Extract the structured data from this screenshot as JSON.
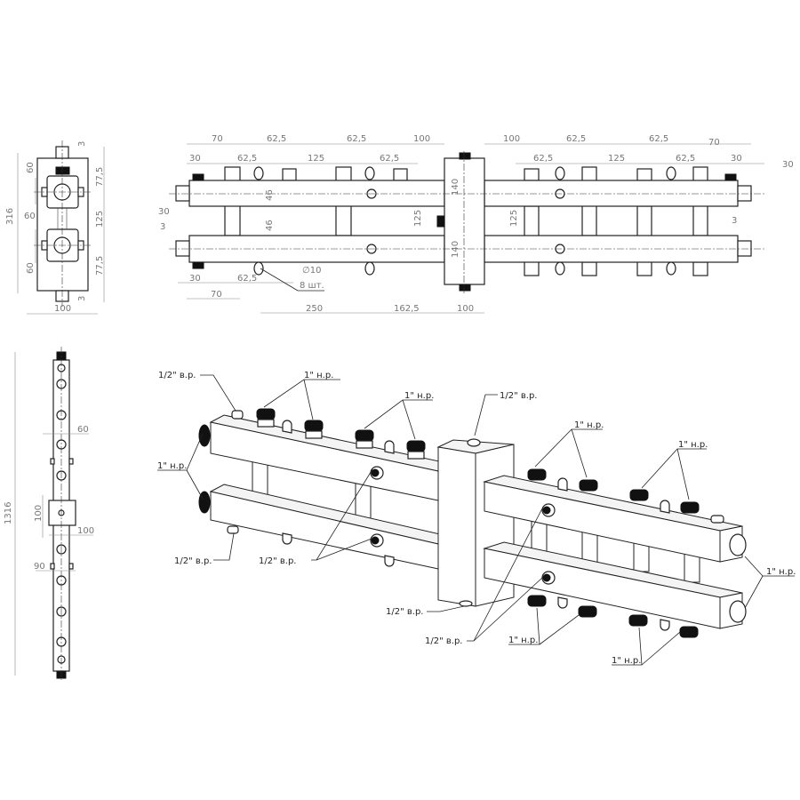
{
  "side_view": {
    "dims": [
      "316",
      "60",
      "60",
      "60",
      "77,5",
      "125",
      "77,5",
      "3",
      "3",
      "100"
    ]
  },
  "front_view": {
    "dims_top_row": [
      "70",
      "62,5",
      "62,5",
      "100",
      "100",
      "62,5",
      "62,5",
      "70"
    ],
    "dims_second_row": [
      "30",
      "62,5",
      "125",
      "62,5",
      "62,5",
      "125",
      "62,5",
      "30"
    ],
    "dims_other": [
      "30",
      "30",
      "3",
      "46",
      "46",
      "125",
      "140",
      "140",
      "125",
      "3"
    ],
    "dims_bottom": [
      "30",
      "62,5",
      "70",
      "250",
      "162,5",
      "100"
    ],
    "hole_diameter": "∅10",
    "hole_count": "8 шт."
  },
  "long_view": {
    "dims": [
      "1316",
      "60",
      "100",
      "100",
      "90"
    ]
  },
  "iso_view": {
    "callouts": [
      "1/2\" в.р.",
      "1\" н.р.",
      "1\" н.р.",
      "1\" н.р.",
      "1/2\" в.р.",
      "1/2\" в.р.",
      "1/2\" в.р.",
      "1/2\" в.р.",
      "1/2\" в.р.",
      "1\" н.р.",
      "1\" н.р.",
      "1\" н.р.",
      "1\" н.р.",
      "1\" н.р."
    ]
  }
}
